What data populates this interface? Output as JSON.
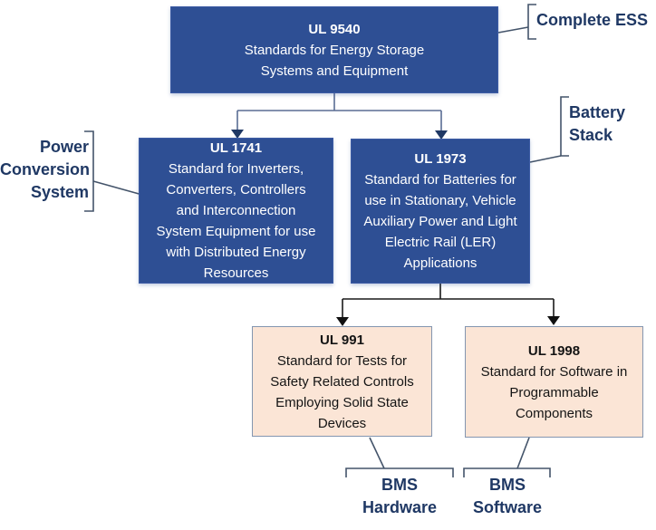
{
  "diagram_title": "UL standards hierarchy for energy storage systems",
  "colors": {
    "node_primary": "#2E4F94",
    "node_secondary": "#FBE5D6",
    "node_secondary_border": "#8496B0",
    "label_text": "#1F3864",
    "connector_slate": "#44546A",
    "connector_line": "#5A6D94",
    "arrow_navy": "#1F3864",
    "connector_black": "#1A1A1A"
  },
  "nodes": {
    "ul9540": {
      "code": "UL 9540",
      "desc": "Standards for Energy Storage Systems and Equipment"
    },
    "ul1741": {
      "code": "UL 1741",
      "desc": "Standard for Inverters, Converters, Controllers and Interconnection System Equipment for use with Distributed Energy Resources"
    },
    "ul1973": {
      "code": "UL 1973",
      "desc": "Standard for Batteries for use in Stationary, Vehicle Auxiliary Power and Light Electric Rail (LER) Applications"
    },
    "ul991": {
      "code": "UL 991",
      "desc": "Standard for Tests for Safety Related Controls Employing Solid State Devices"
    },
    "ul1998": {
      "code": "UL 1998",
      "desc": "Standard for Software in Programmable Components"
    }
  },
  "labels": {
    "complete_ess": "Complete ESS",
    "power_conversion_system": "Power Conversion System",
    "battery_stack": "Battery Stack",
    "bms_hardware": "BMS Hardware",
    "bms_software": "BMS Software"
  }
}
